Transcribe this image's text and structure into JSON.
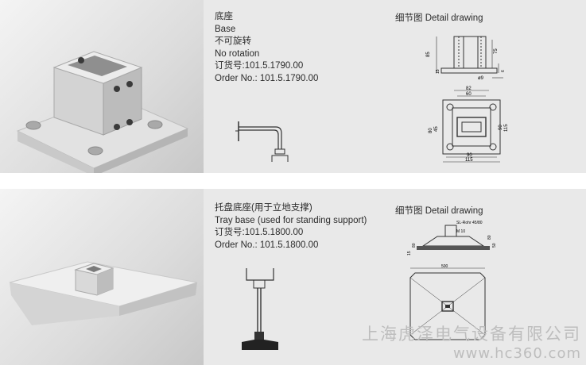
{
  "products": [
    {
      "name_cn": "底座",
      "name_en": "Base",
      "note_cn": "不可旋转",
      "note_en": "No rotation",
      "order_cn": "订货号:101.5.1790.00",
      "order_en": "Order No.: 101.5.1790.00",
      "detail_label": "细节图 Detail drawing",
      "dims": {
        "top_w1": "82",
        "top_w2": "60",
        "side_h1": "80",
        "side_h2": "45",
        "side_r1": "90",
        "side_r2": "115",
        "bottom_w1": "90",
        "bottom_w2": "115",
        "elev_h1": "85",
        "elev_h2": "75",
        "elev_t": "15",
        "elev_b": "6",
        "hole": "ø9"
      }
    },
    {
      "name_cn": "托盘底座(用于立地支撑)",
      "name_en": "Tray base (used for standing support)",
      "order_cn": "订货号:101.5.1800.00",
      "order_en": "Order No.: 101.5.1800.00",
      "detail_label": "细节图 Detail drawing",
      "dims": {
        "rohr": "SL-Rohr 45/80",
        "m10": "M 10",
        "left1": "15",
        "left2": "80",
        "r1": "80",
        "r2": "50",
        "width": "500"
      }
    }
  ],
  "watermark": {
    "company": "上海虎泽电气设备有限公司",
    "url": "www.hc360.com"
  }
}
